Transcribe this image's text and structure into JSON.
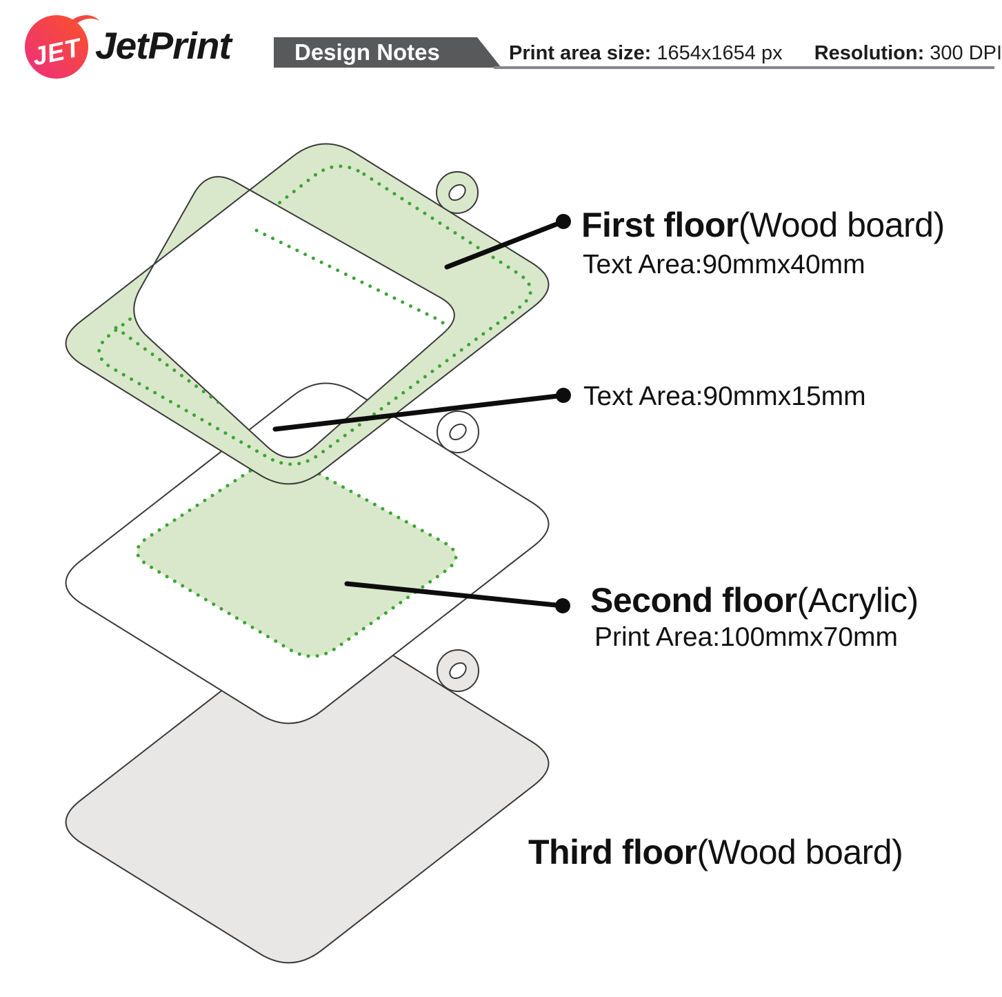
{
  "header": {
    "logo_text": "JET",
    "brand": "JetPrint",
    "badge": "Design Notes",
    "print_area_label": "Print area size:",
    "print_area_value": "1654x1654 px",
    "resolution_label": "Resolution:",
    "resolution_value": "300 DPI"
  },
  "labels": {
    "first_floor": {
      "title": "First floor",
      "material": "(Wood board)",
      "area": "Text Area:90mmx40mm"
    },
    "mid_text_area": "Text Area:90mmx15mm",
    "second_floor": {
      "title": "Second floor",
      "material": "(Acrylic)",
      "area": "Print Area:100mmx70mm"
    },
    "third_floor": {
      "title": "Third floor",
      "material": "(Wood board)"
    }
  },
  "colors": {
    "green": "#d9e8ca",
    "dot": "#3ea437",
    "outline": "#3a3a3a",
    "gray": "#e8e7e6",
    "badge": "#58595b",
    "rule": "#85878a",
    "ink": "#111111",
    "logo-from": "#ee2d80",
    "logo-to": "#f95327"
  }
}
